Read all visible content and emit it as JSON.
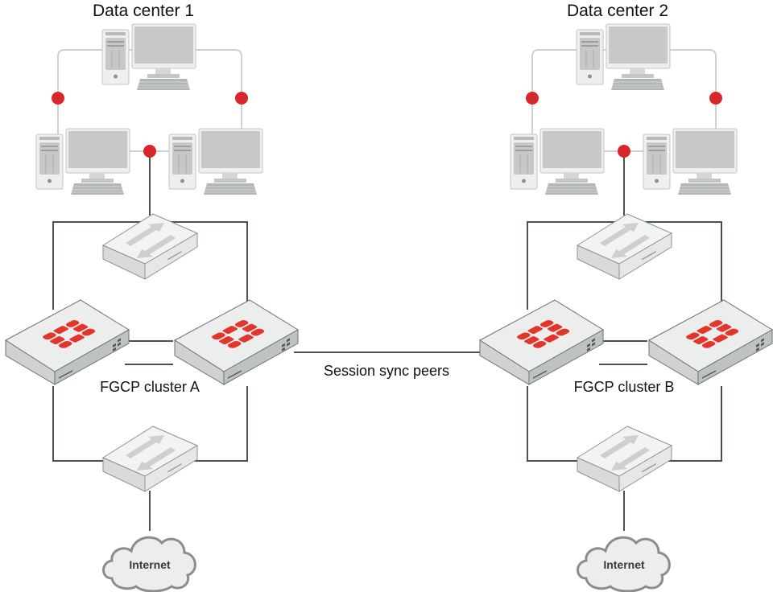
{
  "data_centers": [
    {
      "title": "Data center 1",
      "cluster_label": "FGCP cluster A",
      "internet_label": "Internet"
    },
    {
      "title": "Data center 2",
      "cluster_label": "FGCP cluster B",
      "internet_label": "Internet"
    }
  ],
  "link_label": "Session sync peers",
  "colors": {
    "accent_red": "#d8272a",
    "link_line": "#465352",
    "ring_line": "#cfd1d1",
    "device_gray": "#c6c8c9"
  }
}
